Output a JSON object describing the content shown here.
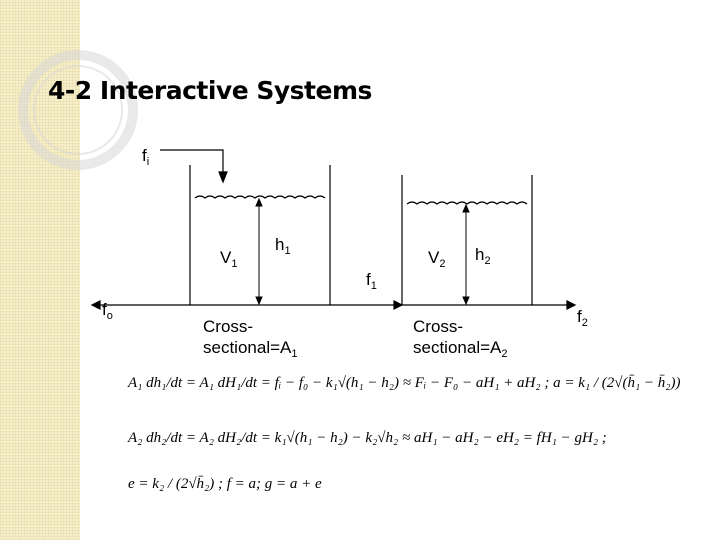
{
  "title": "4-2 Interactive Systems",
  "labels": {
    "fi": {
      "base": "f",
      "sub": "i"
    },
    "fo": {
      "base": "f",
      "sub": "o"
    },
    "V1": {
      "base": "V",
      "sub": "1"
    },
    "h1": {
      "base": "h",
      "sub": "1"
    },
    "f1": {
      "base": "f",
      "sub": "1"
    },
    "V2": {
      "base": "V",
      "sub": "2"
    },
    "h2": {
      "base": "h",
      "sub": "2"
    },
    "f2": {
      "base": "f",
      "sub": "2"
    },
    "cs1": {
      "line1": "Cross-",
      "line2": "sectional=A",
      "sub": "1"
    },
    "cs2": {
      "line1": "Cross-",
      "line2": "sectional=A",
      "sub": "2"
    }
  },
  "equations": {
    "eq1": "A₁ dh₁/dt = A₁ dH₁/dt = fᵢ − f₀ − k₁√(h₁ − h₂) ≈ Fᵢ − F₀ − aH₁ + aH₂ ; a = k₁ / (2√(h̄₁ − h̄₂))",
    "eq2": "A₂ dh₂/dt = A₂ dH₂/dt = k₁√(h₁ − h₂) − k₂√h₂ ≈ aH₁ − aH₂ − eH₂ = fH₁ − gH₂ ;",
    "eq3": "e = k₂ / (2√h̄₂) ; f = a; g = a + e"
  }
}
